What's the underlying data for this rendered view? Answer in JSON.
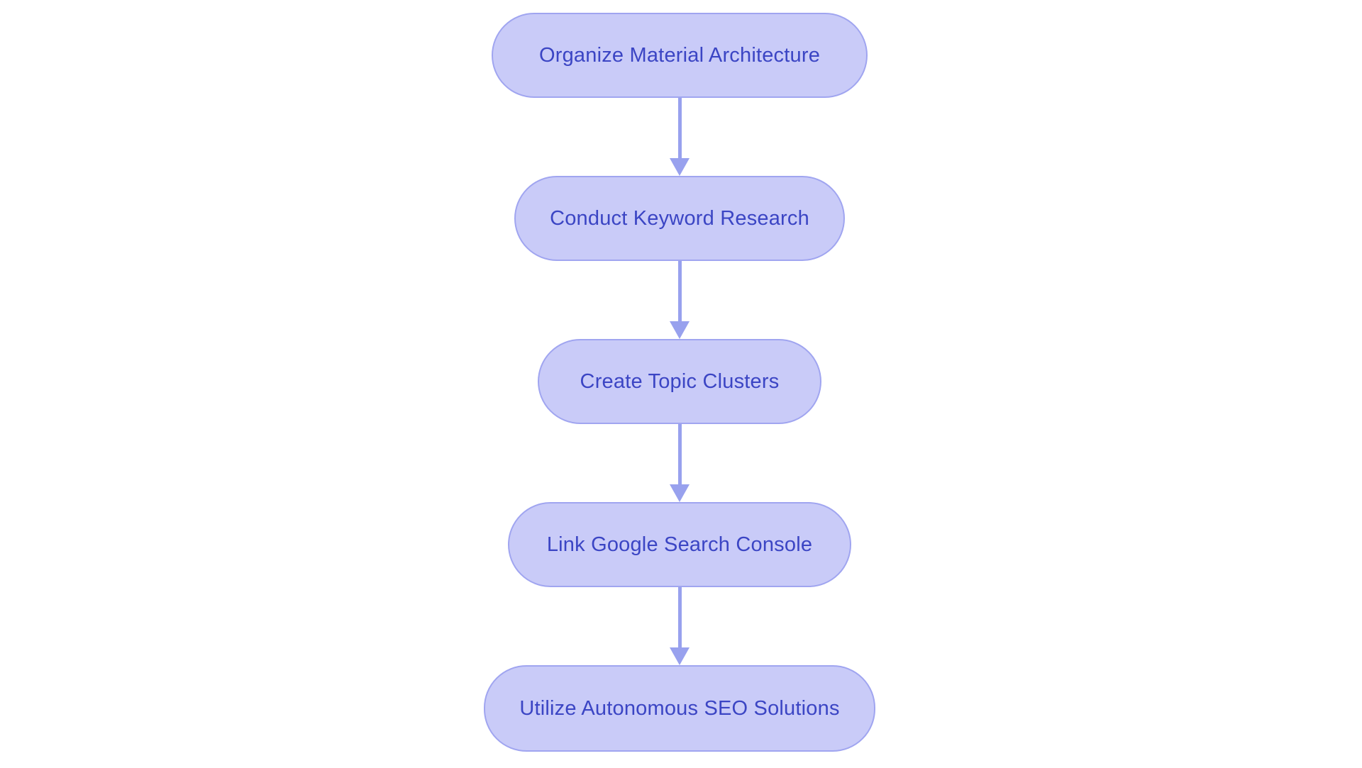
{
  "page": {
    "background_color": "#ffffff"
  },
  "flowchart": {
    "type": "flowchart",
    "direction": "top-down",
    "node_fill_color": "#c9cbf8",
    "node_border_color": "#a0a5f0",
    "node_text_color": "#3b45c4",
    "arrow_color": "#98a1ee",
    "nodes": [
      {
        "label": "Organize Material Architecture"
      },
      {
        "label": "Conduct Keyword Research"
      },
      {
        "label": "Create Topic Clusters"
      },
      {
        "label": "Link Google Search Console"
      },
      {
        "label": "Utilize Autonomous SEO Solutions"
      }
    ],
    "edges": [
      {
        "from": "Organize Material Architecture",
        "to": "Conduct Keyword Research"
      },
      {
        "from": "Conduct Keyword Research",
        "to": "Create Topic Clusters"
      },
      {
        "from": "Create Topic Clusters",
        "to": "Link Google Search Console"
      },
      {
        "from": "Link Google Search Console",
        "to": "Utilize Autonomous SEO Solutions"
      }
    ]
  }
}
